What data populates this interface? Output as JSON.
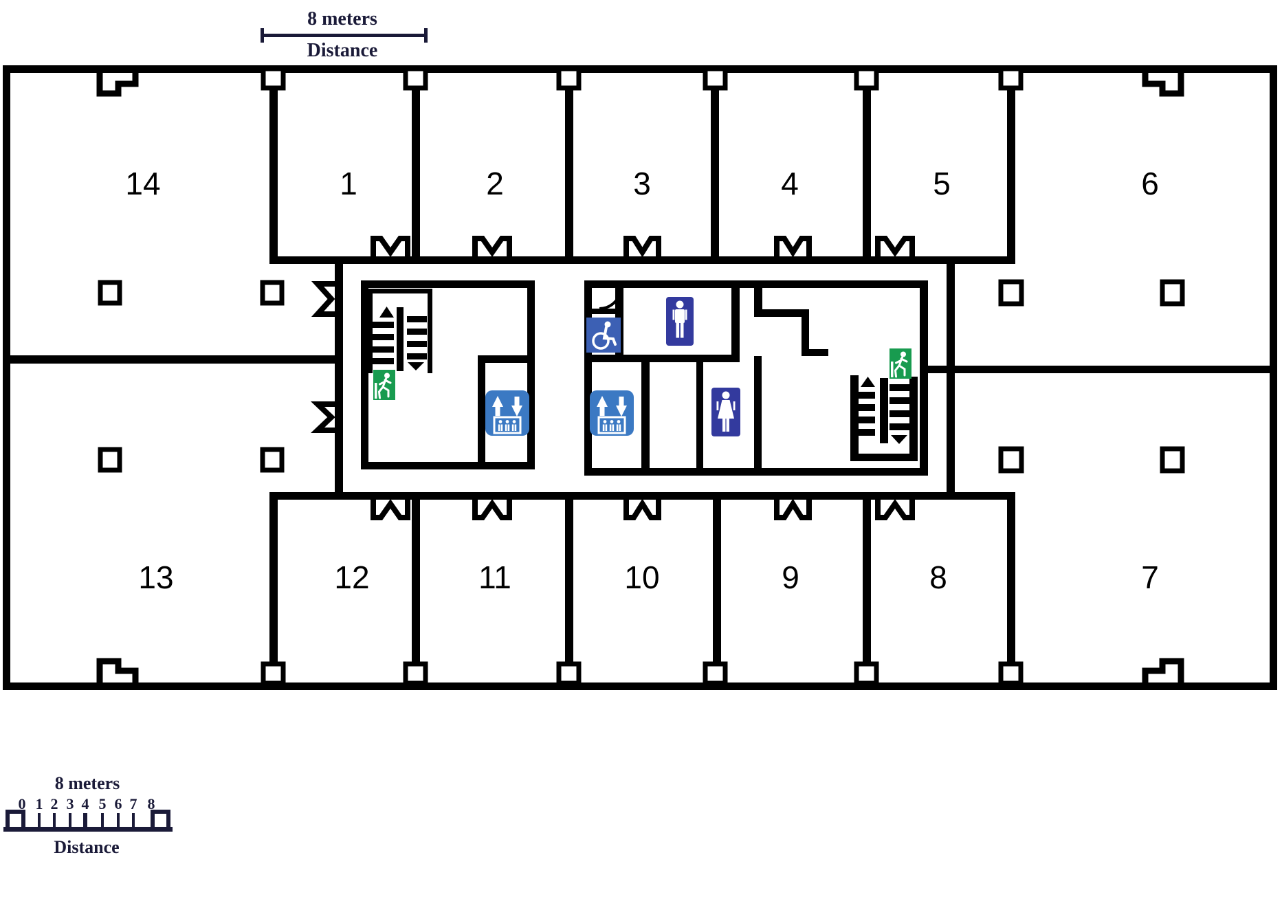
{
  "colors": {
    "wall_black": "#000000",
    "scale_navy": "#1a1a38",
    "exit_green": "#189b4f",
    "elevator_blue": "#3b79c3",
    "restroom_navy": "#333a9e",
    "accessible_blue": "#3c60b4"
  },
  "rooms": [
    {
      "number": "14"
    },
    {
      "number": "1"
    },
    {
      "number": "2"
    },
    {
      "number": "3"
    },
    {
      "number": "4"
    },
    {
      "number": "5"
    },
    {
      "number": "6"
    },
    {
      "number": "13"
    },
    {
      "number": "12"
    },
    {
      "number": "11"
    },
    {
      "number": "10"
    },
    {
      "number": "9"
    },
    {
      "number": "8"
    },
    {
      "number": "7"
    }
  ],
  "scale_top": {
    "length_label": "8 meters",
    "axis_label": "Distance"
  },
  "scale_bottom": {
    "length_label": "8 meters",
    "axis_label": "Distance",
    "ticks": [
      "0",
      "1",
      "2",
      "3",
      "4",
      "5",
      "6",
      "7",
      "8"
    ]
  },
  "icons": {
    "exit": "emergency-exit-running-man-icon",
    "elevator": "elevator-up-down-icon",
    "accessible": "wheelchair-accessible-icon",
    "mens": "mens-restroom-icon",
    "womens": "womens-restroom-icon",
    "stairs": "staircase-icon"
  }
}
